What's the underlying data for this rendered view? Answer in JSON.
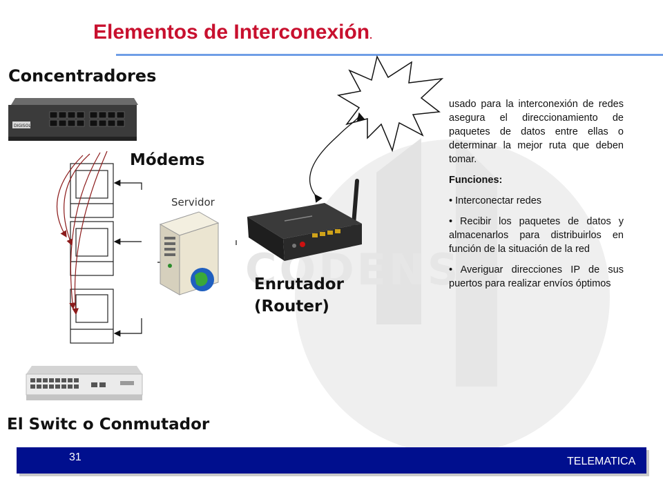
{
  "slide": {
    "title": "Elementos de Interconexión",
    "title_suffix": ".",
    "headings": {
      "concentradores": "Concentradores",
      "modems": "Módems",
      "router_line1": "Enrutador",
      "router_line2": "(Router)",
      "switch": "El Switc o Conmutador"
    },
    "servidor_label": "Servidor",
    "description": {
      "intro": "usado para la interconexión de redes asegura el direccionamiento de paquetes de datos entre ellas o determinar la mejor ruta que deben tomar.",
      "functions_label": "Funciones:",
      "bullets": [
        "Interconectar redes",
        "Recibir los paquetes de datos y almacenarlos para distribuirlos en función de la situación de la red",
        "Averiguar direcciones IP de sus puertos para realizar envíos óptimos"
      ]
    },
    "watermark_text": "CODENSA",
    "hub_brand": "DIGISOL"
  },
  "footer": {
    "page_number": "31",
    "label": "TELEMATICA"
  },
  "colors": {
    "title": "#c8102e",
    "title_rule": "#6f9ee6",
    "footer_bar": "#000f8e",
    "arrow": "#8b1a1a"
  }
}
